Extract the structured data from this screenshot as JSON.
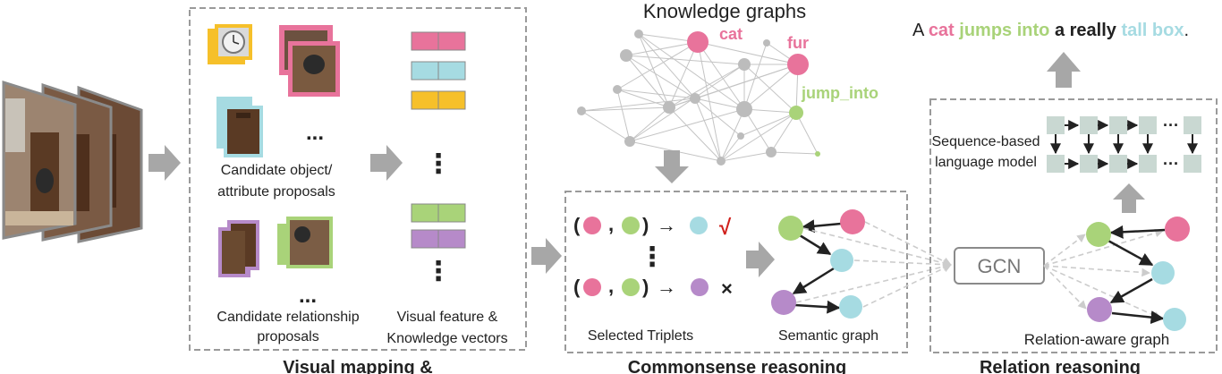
{
  "colors": {
    "pink": "#e8739b",
    "green": "#a9d379",
    "cyan": "#a6dbe2",
    "purple": "#b68ac9",
    "yellow": "#f6c02a",
    "gray_arrow": "#a7a7a7",
    "gray_node": "#bcbcbc",
    "dash_border": "#9a9a9a",
    "check_red": "#d0201c",
    "lm_block": "#c9d8d2"
  },
  "visual_mapping": {
    "object_proposals_label_line1": "Candidate object/",
    "object_proposals_label_line2": "attribute proposals",
    "relationship_proposals_label_line1": "Candidate relationship",
    "relationship_proposals_label_line2": "proposals",
    "vectors_label_line1": "Visual feature &",
    "vectors_label_line2": "Knowledge vectors",
    "ellipsis_h": "...",
    "ellipsis_v": "⋮",
    "section_title": "Visual mapping &"
  },
  "knowledge_graph": {
    "title": "Knowledge graphs",
    "label_cat": "cat",
    "label_fur": "fur",
    "label_jump_into": "jump_into"
  },
  "commonsense": {
    "triplet_open": "(",
    "triplet_comma": ",",
    "triplet_close": ")",
    "triplet_arrow": "→",
    "check_mark": "√",
    "cross_mark": "×",
    "vdots": "⋮",
    "selected_triplets_label": "Selected Triplets",
    "semantic_graph_label": "Semantic graph",
    "section_title": "Commonsense reasoning"
  },
  "relation": {
    "gcn_label": "GCN",
    "lm_label_line1": "Sequence-based",
    "lm_label_line2": "language model",
    "lm_dots": "···",
    "relation_graph_label": "Relation-aware graph",
    "section_title": "Relation reasoning"
  },
  "caption": {
    "w1": "A",
    "w2": "cat",
    "w3": "jumps into",
    "w4": "a really",
    "w5": "tall box",
    "w6": "."
  }
}
